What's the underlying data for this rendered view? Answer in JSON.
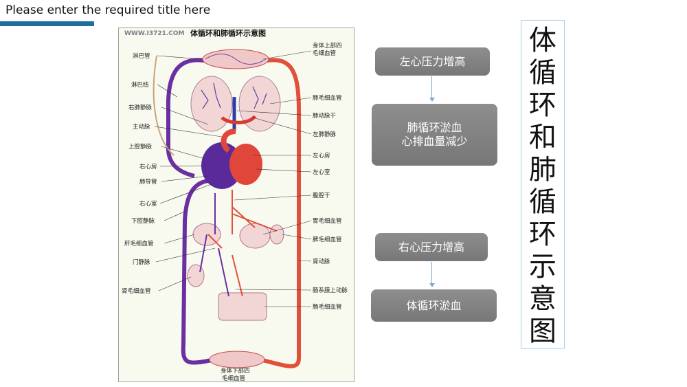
{
  "header": {
    "title": "Please enter the required title here",
    "accent_color": "#1f6e9c"
  },
  "figure": {
    "watermark": "WWW.I3721.COM",
    "title": "体循环和肺循环示意图",
    "left_labels": [
      "淋巴管",
      "淋巴结",
      "右肺静脉",
      "主动脉",
      "上腔静脉",
      "右心房",
      "肺导管",
      "右心室",
      "下腔静脉",
      "肝毛细血管",
      "门静脉",
      "肾毛细血管"
    ],
    "right_labels": [
      "身体上部四",
      "毛细血管",
      "肺毛细血管",
      "肺动脉干",
      "左肺静脉",
      "左心房",
      "左心室",
      "腹腔干",
      "胃毛细血管",
      "脾毛细血管",
      "肾动脉",
      "肠系膜上动脉",
      "肠毛细血管"
    ],
    "bottom_label_1": "身体下部四",
    "bottom_label_2": "毛细血管"
  },
  "flow": {
    "box1": "左心压力增高",
    "box2_line1": "肺循环淤血",
    "box2_line2": "心排血量减少",
    "box3": "右心压力增高",
    "box4": "体循环淤血"
  },
  "side_title": "体循环和肺循环示意图"
}
